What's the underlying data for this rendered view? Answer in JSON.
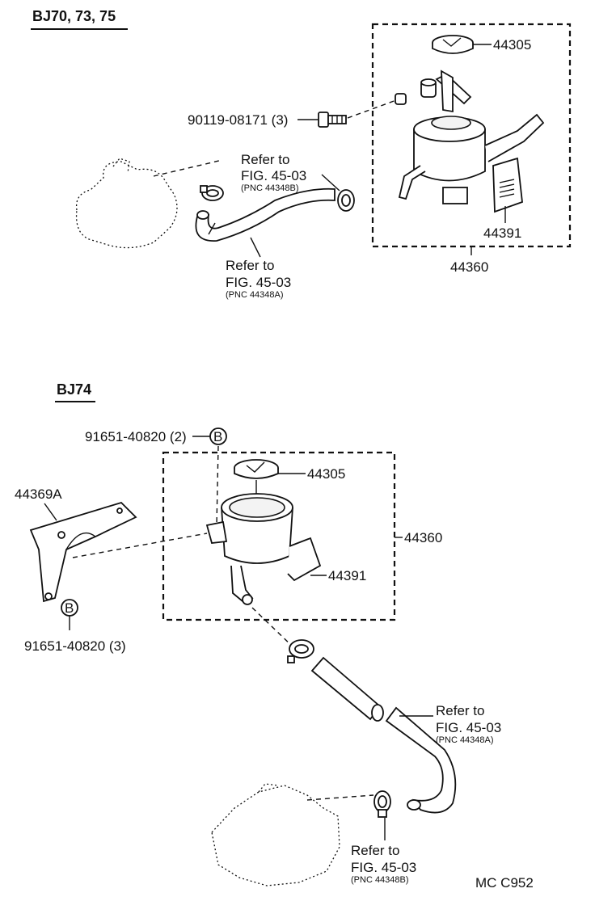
{
  "sections": {
    "top": {
      "header": "BJ70, 73, 75",
      "bolt": "90119-08171 (3)",
      "cap": "44305",
      "label": "44391",
      "assembly": "44360",
      "ref_b": {
        "l1": "Refer to",
        "l2": "FIG. 45-03",
        "l3": "(PNC 44348B)"
      },
      "ref_a": {
        "l1": "Refer to",
        "l2": "FIG. 45-03",
        "l3": "(PNC 44348A)"
      }
    },
    "bottom": {
      "header": "BJ74",
      "bolt_top": "91651-40820 (2)",
      "bolt_bottom": "91651-40820 (3)",
      "marker": "B",
      "bracket": "44369A",
      "cap": "44305",
      "label": "44391",
      "assembly": "44360",
      "ref_a": {
        "l1": "Refer to",
        "l2": "FIG. 45-03",
        "l3": "(PNC 44348A)"
      },
      "ref_b": {
        "l1": "Refer to",
        "l2": "FIG. 45-03",
        "l3": "(PNC 44348B)"
      }
    }
  },
  "figure_code": "MC  C952"
}
